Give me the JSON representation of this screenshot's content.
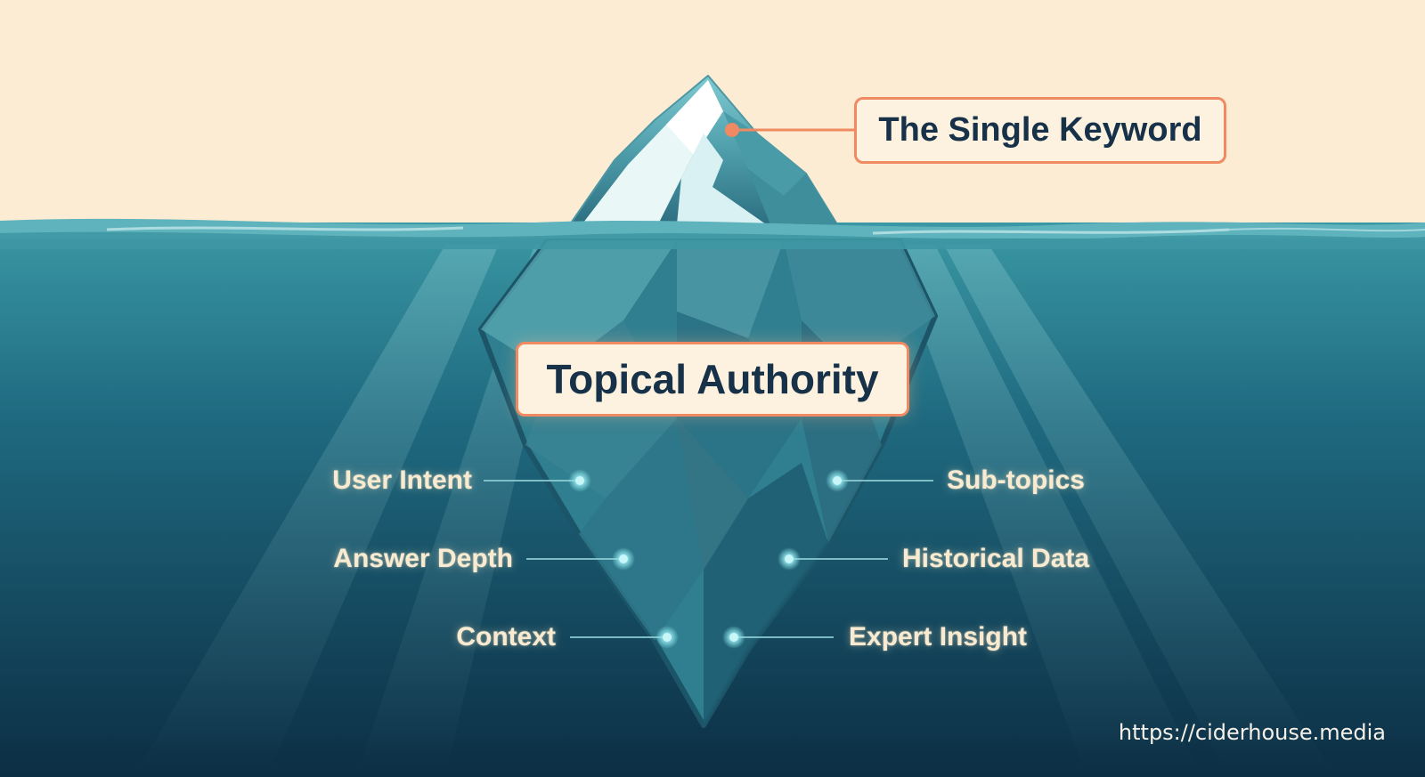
{
  "tip": {
    "label": "The Single Keyword"
  },
  "core": {
    "label": "Topical Authority"
  },
  "left_items": [
    "User Intent",
    "Answer Depth",
    "Context"
  ],
  "right_items": [
    "Sub-topics",
    "Historical Data",
    "Expert Insight"
  ],
  "footer": {
    "url": "https://ciderhouse.media"
  },
  "colors": {
    "sky": "#fbecd3",
    "accent": "#ef8a62",
    "text_dark": "#173148",
    "text_light": "#f8ebd2",
    "water_top": "#2f8a98",
    "water_deep": "#0c2e44",
    "ice": "#7fcbd2"
  }
}
